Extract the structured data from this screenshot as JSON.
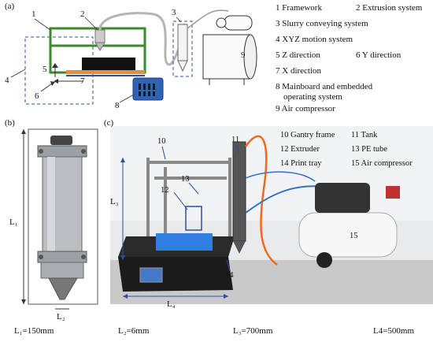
{
  "panels": {
    "a": "(a)",
    "b": "(b)",
    "c": "(c)"
  },
  "a_callouts": [
    "1",
    "2",
    "3",
    "4",
    "5",
    "6",
    "7",
    "8",
    "9"
  ],
  "legend_a": [
    {
      "num": "1",
      "text": "Framework"
    },
    {
      "num": "2",
      "text": "Extrusion system"
    },
    {
      "num": "3",
      "text": "Slurry conveying system"
    },
    {
      "num": "4",
      "text": "XYZ motion system"
    },
    {
      "num": "5",
      "text": "Z direction"
    },
    {
      "num": "6",
      "text": "Y direction"
    },
    {
      "num": "7",
      "text": "X direction"
    },
    {
      "num": "8",
      "text": "Mainboard and embedded"
    },
    {
      "num": "",
      "text": "operating system"
    },
    {
      "num": "9",
      "text": "Air compressor"
    }
  ],
  "b_labels": {
    "L1": "L₁",
    "L2": "L₂"
  },
  "c_callouts": [
    "10",
    "11",
    "12",
    "13",
    "14",
    "15"
  ],
  "c_dims": {
    "L3": "L₃",
    "L4": "L₄"
  },
  "legend_c": [
    "10 Gantry frame",
    "11 Tank",
    "12 Extruder",
    "13 PE tube",
    "14 Print tray",
    "15 Air compressor"
  ],
  "dimensions": [
    "L₁=150mm",
    "L₂=6mm",
    "L₃=700mm",
    "L4=500mm"
  ]
}
